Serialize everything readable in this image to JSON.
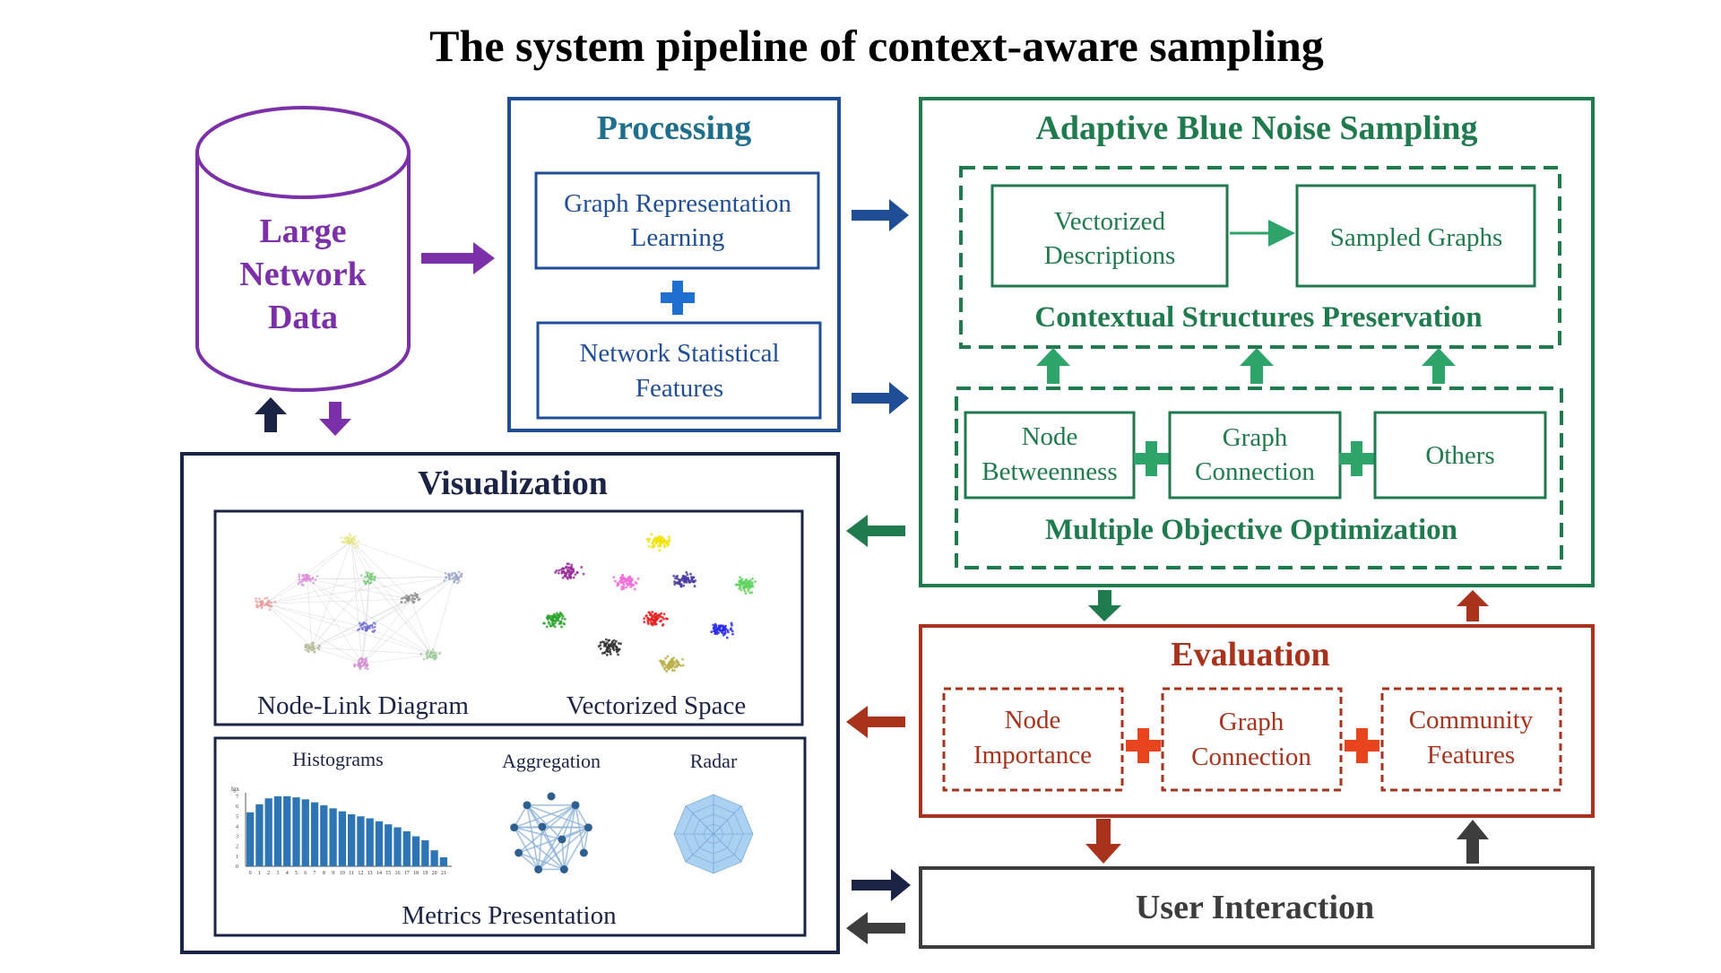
{
  "title": "The system pipeline of context-aware sampling",
  "data_block": {
    "line1": "Large",
    "line2": "Network",
    "line3": "Data"
  },
  "processing": {
    "title": "Processing",
    "box1_line1": "Graph Representation",
    "box1_line2": "Learning",
    "box2_line1": "Network Statistical",
    "box2_line2": "Features"
  },
  "sampling": {
    "title": "Adaptive Blue Noise Sampling",
    "vectorized_line1": "Vectorized",
    "vectorized_line2": "Descriptions",
    "sampled_graphs": "Sampled Graphs",
    "contextual_label": "Contextual Structures Preservation",
    "node_line1": "Node",
    "node_line2": "Betweenness",
    "graph_line1": "Graph",
    "graph_line2": "Connection",
    "others": "Others",
    "moo_label": "Multiple Objective Optimization"
  },
  "visualization": {
    "title": "Visualization",
    "node_link_label": "Node-Link Diagram",
    "vectorized_space_label": "Vectorized Space",
    "histograms_label": "Histograms",
    "aggregation_label": "Aggregation",
    "radar_label": "Radar",
    "metrics_label": "Metrics Presentation",
    "hist_axis_label": "lgx",
    "hist_y_ticks": [
      "7",
      "6",
      "5",
      "4",
      "3",
      "2",
      "1",
      "0"
    ],
    "hist_x_ticks": [
      "0",
      "1",
      "2",
      "3",
      "4",
      "5",
      "6",
      "7",
      "8",
      "9",
      "10",
      "11",
      "12",
      "13",
      "14",
      "15",
      "16",
      "17",
      "18",
      "19",
      "20",
      "21"
    ]
  },
  "evaluation": {
    "title": "Evaluation",
    "node_line1": "Node",
    "node_line2": "Importance",
    "graph_line1": "Graph",
    "graph_line2": "Connection",
    "community_line1": "Community",
    "community_line2": "Features"
  },
  "user_interaction": "User Interaction",
  "colors": {
    "purple": "#7b2fa8",
    "blue": "#1f4e96",
    "green": "#1f7a4d",
    "green_light": "#2ea36a",
    "red": "#a8321c",
    "red_bright": "#e8451e",
    "navy": "#1c2446",
    "gray": "#3d3d3d",
    "bar": "#2e75b6"
  },
  "chart_data": [
    {
      "type": "bar",
      "title": "Histograms",
      "ylabel": "lgx",
      "categories": [
        "0",
        "1",
        "2",
        "3",
        "4",
        "5",
        "6",
        "7",
        "8",
        "9",
        "10",
        "11",
        "12",
        "13",
        "14",
        "15",
        "16",
        "17",
        "18",
        "19",
        "20",
        "21"
      ],
      "values": [
        5.4,
        6.2,
        6.8,
        7.0,
        7.0,
        6.9,
        6.7,
        6.4,
        6.1,
        5.8,
        5.5,
        5.2,
        5.0,
        4.8,
        4.5,
        4.2,
        3.9,
        3.5,
        3.0,
        2.6,
        1.6,
        0.9
      ],
      "ylim": [
        0,
        7
      ]
    }
  ]
}
